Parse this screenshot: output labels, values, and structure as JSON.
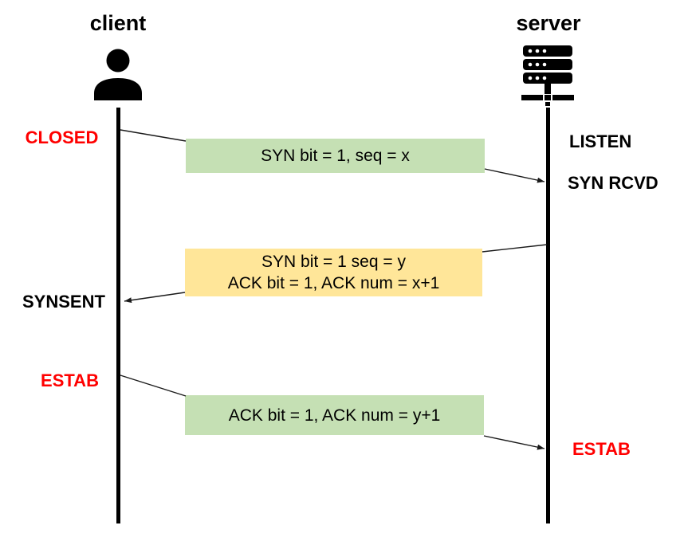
{
  "actors": {
    "client": "client",
    "server": "server"
  },
  "client_states": [
    {
      "label": "CLOSED",
      "color": "#ff0000"
    },
    {
      "label": "SYNSENT",
      "color": "#000000"
    },
    {
      "label": "ESTAB",
      "color": "#ff0000"
    }
  ],
  "server_states": [
    {
      "label": "LISTEN",
      "color": "#000000"
    },
    {
      "label": "SYN RCVD",
      "color": "#000000"
    },
    {
      "label": "ESTAB",
      "color": "#ff0000"
    }
  ],
  "messages": [
    {
      "from": "client",
      "to": "server",
      "fill": "#c5e0b4",
      "lines": [
        "SYN bit = 1, seq = x"
      ]
    },
    {
      "from": "server",
      "to": "client",
      "fill": "#ffe699",
      "lines": [
        "SYN bit = 1 seq = y",
        "ACK bit = 1, ACK num = x+1"
      ]
    },
    {
      "from": "client",
      "to": "server",
      "fill": "#c5e0b4",
      "lines": [
        "ACK bit = 1, ACK num = y+1"
      ]
    }
  ],
  "colors": {
    "state_red": "#ff0000",
    "green_fill": "#c5e0b4",
    "yellow_fill": "#ffe699",
    "line": "#1a1a1a",
    "lifeline": "#000000"
  }
}
